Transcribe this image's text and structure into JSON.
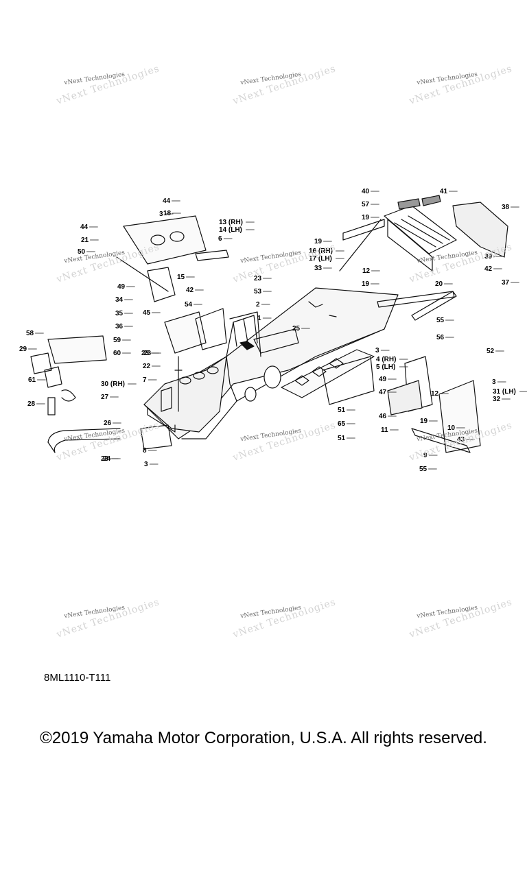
{
  "watermark_text": "vNext Technologies",
  "diagram_code": "8ML1110-T111",
  "copyright": "©2019 Yamaha Motor Corporation, U.S.A. All rights reserved.",
  "callouts": [
    "1",
    "2",
    "3",
    "3",
    "3",
    "3",
    "4 (RH)",
    "5 (LH)",
    "6",
    "7",
    "8",
    "9",
    "10",
    "11",
    "12",
    "12",
    "13 (RH)",
    "14 (LH)",
    "15",
    "16 (RH)",
    "17 (LH)",
    "18",
    "19",
    "19",
    "19",
    "19",
    "20",
    "21",
    "22",
    "23",
    "23",
    "23",
    "23",
    "24",
    "25",
    "26",
    "27",
    "28",
    "29",
    "30 (RH)",
    "31 (LH)",
    "32",
    "33",
    "34",
    "35",
    "36",
    "37",
    "38",
    "39",
    "40",
    "41",
    "42",
    "42",
    "43",
    "44",
    "44",
    "45",
    "46",
    "47",
    "49",
    "49",
    "50",
    "51",
    "51",
    "52",
    "53",
    "54",
    "55",
    "55",
    "56",
    "57",
    "58",
    "59",
    "60",
    "61",
    "65"
  ]
}
